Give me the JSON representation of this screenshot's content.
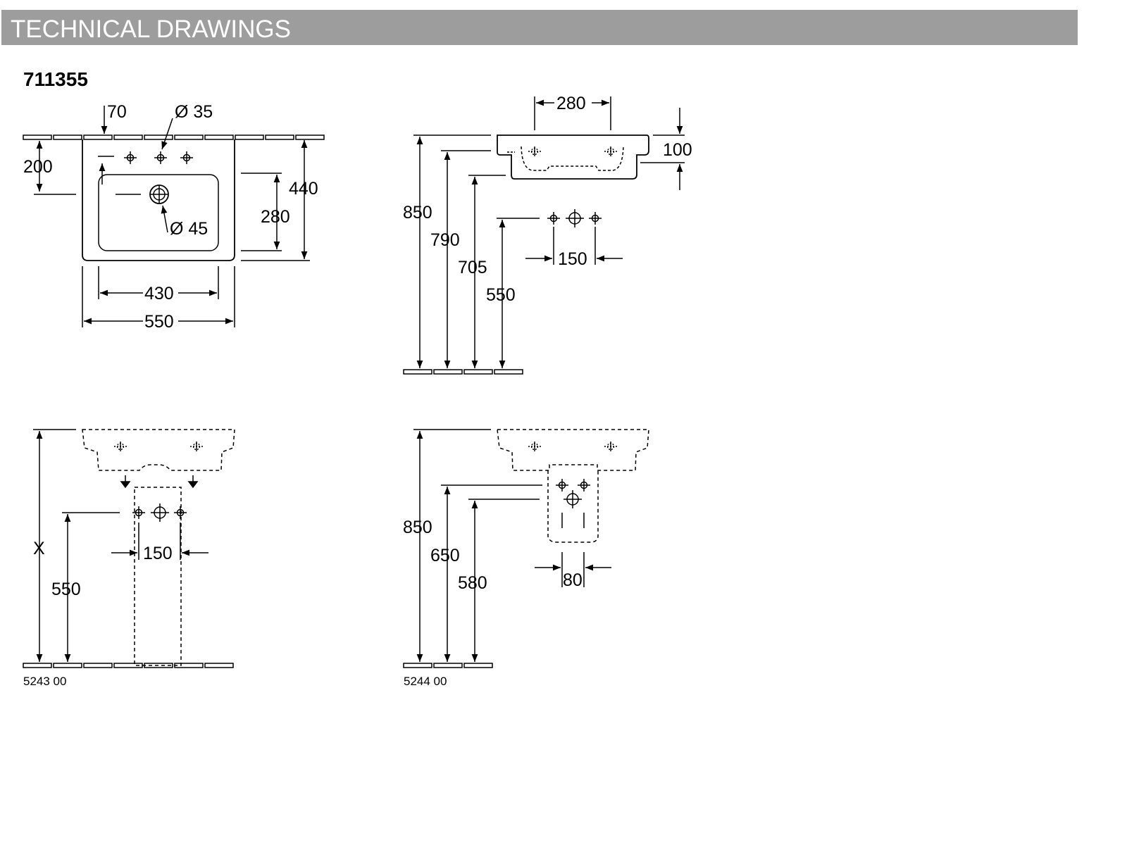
{
  "header": {
    "title": "TECHNICAL DRAWINGS"
  },
  "product": {
    "code": "711355"
  },
  "top_view": {
    "d_70": "70",
    "d_dia35": "Ø 35",
    "d_200": "200",
    "d_440": "440",
    "d_280": "280",
    "d_dia45": "Ø 45",
    "d_430": "430",
    "d_550": "550"
  },
  "side_view": {
    "d_280": "280",
    "d_100": "100",
    "d_850": "850",
    "d_790": "790",
    "d_705": "705",
    "d_550": "550",
    "d_150": "150"
  },
  "pedestal_view": {
    "d_x": "X",
    "d_550": "550",
    "d_150": "150",
    "code": "5243 00"
  },
  "semi_pedestal_view": {
    "d_850": "850",
    "d_650": "650",
    "d_580": "580",
    "d_80": "80",
    "code": "5244 00"
  }
}
